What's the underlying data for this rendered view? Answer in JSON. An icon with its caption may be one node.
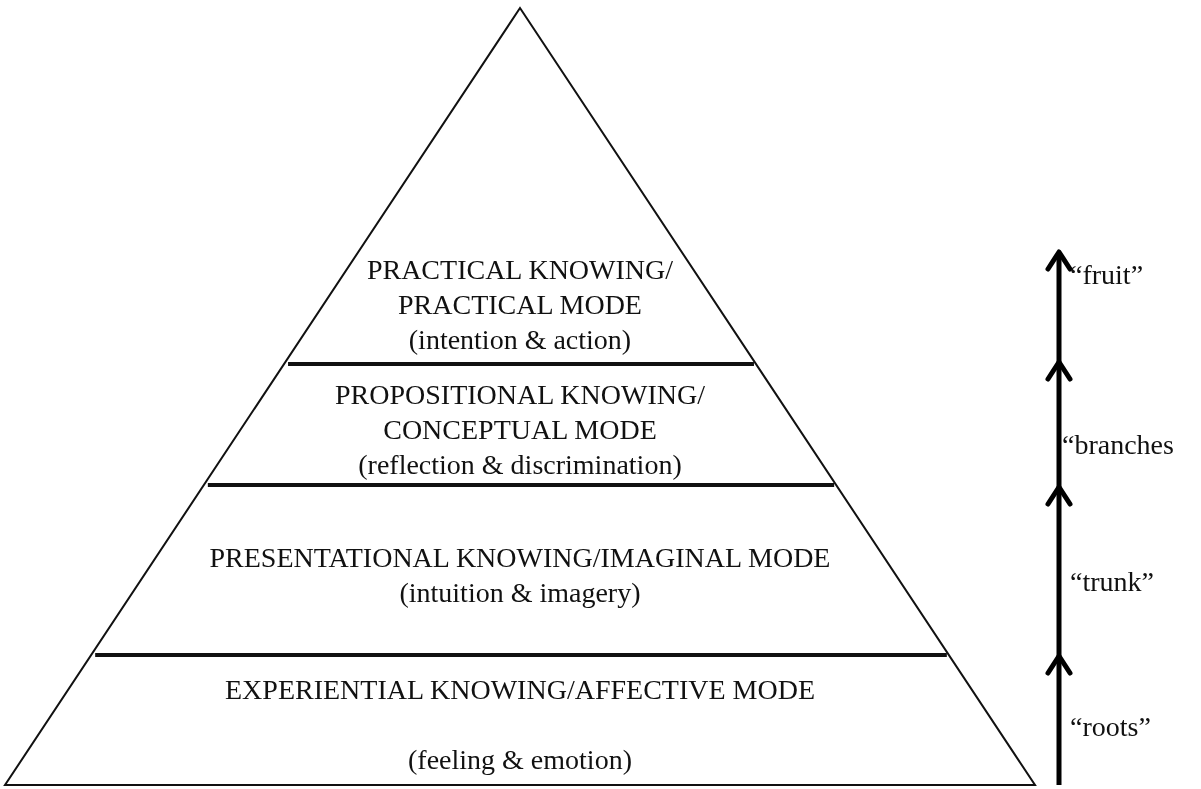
{
  "diagram": {
    "nodes": [
      {
        "text": [
          "PRACTICAL KNOWING/ PRACTICAL MODE",
          "(intention & action)"
        ]
      },
      {
        "text": [
          "PROPOSITIONAL KNOWING/ CONCEPTUAL MODE",
          "(reflection & discrimination)"
        ]
      },
      {
        "text": [
          "PRESENTATIONAL KNOWING/IMAGINAL MODE (intuition & imagery)"
        ]
      },
      {
        "text": [
          "EXPERIENTIAL KNOWING/AFFECTIVE MODE",
          "(feeling & emotion)"
        ]
      }
    ],
    "labels": [
      "“fruit”",
      "“branches",
      "“trunk”",
      "“roots”"
    ]
  }
}
